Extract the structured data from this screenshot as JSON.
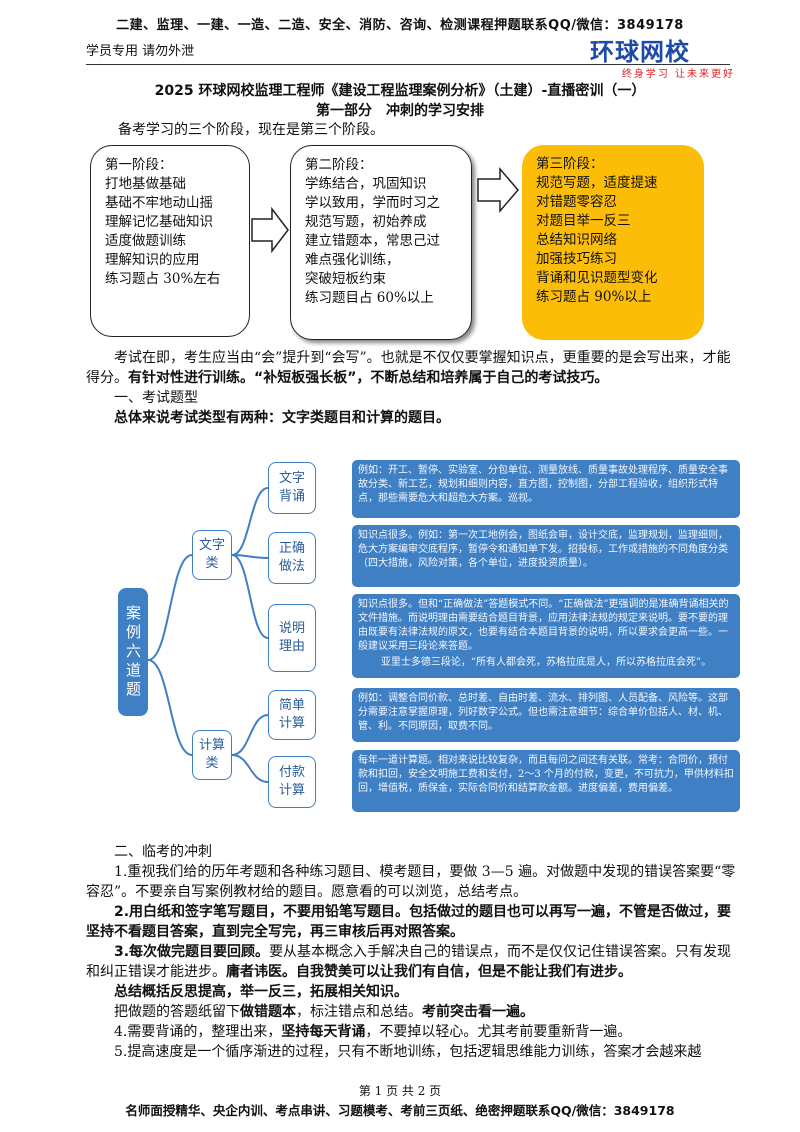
{
  "header": {
    "top_line": "二建、监理、一建、一造、二造、安全、消防、咨询、检测课程押题联系QQ/微信：3849178",
    "left_note": "学员专用 请勿外泄",
    "logo_main": "环球网校",
    "logo_sub": "终身学习 让未来更好"
  },
  "doc": {
    "title": "2025 环球网校监理工程师《建设工程监理案例分析》（土建）-直播密训（一）",
    "subtitle": "第一部分　冲刺的学习安排",
    "intro": "备考学习的三个阶段，现在是第三个阶段。"
  },
  "stages": [
    {
      "lines": [
        "第一阶段：",
        "打地基做基础",
        "基础不牢地动山摇",
        "理解记忆基础知识",
        "适度做题训练",
        "理解知识的应用",
        "练习题占 30%左右"
      ]
    },
    {
      "lines": [
        "第二阶段：",
        "学练结合，巩固知识",
        "学以致用，学而时习之",
        "规范写题，初始养成",
        "建立错题本，常思己过",
        "难点强化训练，",
        "突破短板约束",
        "练习题目占 60%以上"
      ]
    },
    {
      "lines": [
        "第三阶段：",
        "规范写题，适度提速",
        "对错题零容忍",
        "对题目举一反三",
        "总结知识网络",
        "加强技巧练习",
        "背诵和见识题型变化",
        "练习题占 90%以上"
      ]
    }
  ],
  "para1": {
    "normal": "考试在即，考生应当由“会”提升到“会写”。也就是不仅仅要掌握知识点，更重要的是会写出来，才能得分。",
    "bold": "有针对性进行训练。“补短板强长板”，不断总结和培养属于自己的考试技巧。"
  },
  "section1": {
    "heading": "一、考试题型",
    "summary": "总体来说考试类型有两种：文字类题目和计算的题目。"
  },
  "mindmap": {
    "root": "案例六道题",
    "branches": [
      {
        "label": "文字类",
        "items": [
          {
            "label": "文字背诵",
            "desc": "例如：开工、暂停、实验室、分包单位、测量放线、质量事故处理程序、质量安全事故分类、新工艺，规划和细则内容，直方图，控制图，分部工程验收，组织形式特点，那些需要危大和超危大方案。巡视。"
          },
          {
            "label": "正确做法",
            "desc": "知识点很多。例如：第一次工地例会，图纸会审，设计交底，监理规划，监理细则，危大方案编审交底程序，暂停令和通知单下发。招投标，工作或措施的不同角度分类（四大措施，风险对策，各个单位，进度投资质量）。"
          },
          {
            "label": "说明理由",
            "desc": "知识点很多。但和“正确做法”答题模式不同。“正确做法”更强调的是准确背诵相关的文件措施。而说明理由需要结合题目背景，应用法律法规的规定来说明。要不要的理由既要有法律法规的原文，也要有结合本题目背景的说明，所以要求会更高一些。一般建议采用三段论来答题。",
            "quote": "亚里士多德三段论，“所有人都会死，苏格拉底是人，所以苏格拉底会死”。"
          }
        ]
      },
      {
        "label": "计算类",
        "items": [
          {
            "label": "简单计算",
            "desc": "例如：调整合同价款、总时差、自由时差、流水、排列图、人员配备、风险等。这部分需要注意掌握原理，列好数字公式。但也需注意细节：综合单价包括人、材、机、管、利。不同原因，取费不同。"
          },
          {
            "label": "付款计算",
            "desc": "每年一道计算题。相对来说比较复杂，而且每问之间还有关联。常考：合同价，预付款和扣回，安全文明施工费和支付，2～3 个月的付款，变更，不可抗力，甲供材料扣回，增值税，质保金，实际合同价和结算款金额。进度偏差，费用偏差。"
          }
        ]
      }
    ]
  },
  "section2": {
    "heading": "二、临考的冲刺",
    "p1": "1.重视我们给的历年考题和各种练习题目、模考题目，要做 3—5 遍。对做题中发现的错误答案要“零容忍”。不要亲自写案例教材给的题目。愿意看的可以浏览，总结考点。",
    "p2": "2.用白纸和签字笔写题目，不要用铅笔写题目。包括做过的题目也可以再写一遍，不管是否做过，要坚持不看题目答案，直到完全写完，再三审核后再对照答案。",
    "p3_bold": "3.每次做完题目要回顾。",
    "p3_normal": "要从基本概念入手解决自己的错误点，而不是仅仅记住错误答案。只有发现和纠正错误才能进步。",
    "p3_bold2": "庸者讳医。自我赞美可以让我们有自信，但是不能让我们有进步。",
    "p4": "总结概括反思提高，举一反三，拓展相关知识。",
    "p5_a": "把做题的答题纸留下",
    "p5_b": "做错题本",
    "p5_c": "，标注错点和总结。",
    "p5_d": "考前突击看一遍。",
    "p6_a": "4.需要背诵的，整理出来，",
    "p6_b": "坚持每天背诵",
    "p6_c": "，不要掉以轻心。尤其考前要重新背一遍。",
    "p7": "5.提高速度是一个循序渐进的过程，只有不断地训练，包括逻辑思维能力训练，答案才会越来越"
  },
  "page_number": "第 1 页 共 2 页",
  "footer": "名师面授精华、央企内训、考点串讲、习题模考、考前三页纸、绝密押题联系QQ/微信：3849178",
  "colors": {
    "stage3": "#fbbd08",
    "mindmap_blue": "#3f7fc4",
    "logo_blue": "#1c4aa8",
    "logo_red": "#e02020"
  }
}
